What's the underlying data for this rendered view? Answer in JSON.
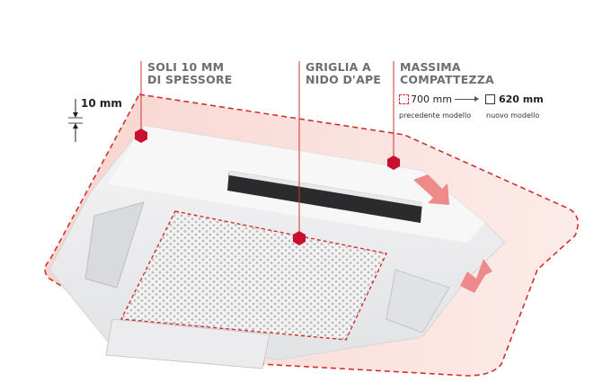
{
  "callouts": {
    "thickness": {
      "line1": "SOLI 10 MM",
      "line2": "DI SPESSORE"
    },
    "grid": {
      "line1": "GRIGLIA A",
      "line2": "NIDO D'APE"
    },
    "compact": {
      "line1": "MASSIMA",
      "line2": "COMPATTEZZA"
    }
  },
  "measure_label": "10 mm",
  "comparison": {
    "old_value": "700 mm",
    "new_value": "620 mm",
    "old_caption": "precedente modello",
    "new_caption": "nuovo modello"
  },
  "colors": {
    "accent_red": "#d0312d",
    "hexagon_red": "#c8102e",
    "label_grey": "#6d6e71",
    "pink_area": "#f9d7d2"
  }
}
